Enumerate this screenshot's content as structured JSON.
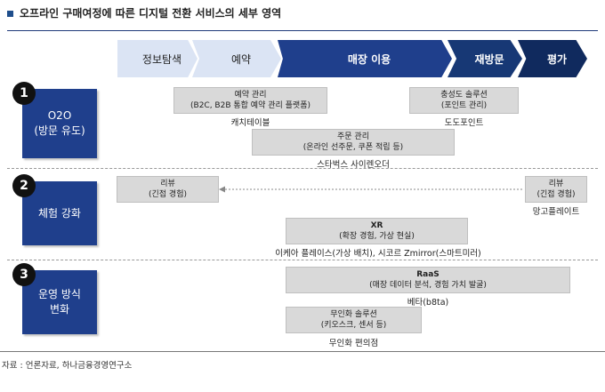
{
  "title": "오프라인 구매여정에 따른 디지털 전환 서비스의 세부 영역",
  "stages": [
    "정보탐색",
    "예약",
    "매장 이용",
    "재방문",
    "평가"
  ],
  "rows": [
    {
      "number": "1",
      "label_line1": "O2O",
      "label_line2": "(방문 유도)"
    },
    {
      "number": "2",
      "label_line1": "체험 강화",
      "label_line2": ""
    },
    {
      "number": "3",
      "label_line1": "운영 방식",
      "label_line2": "변화"
    }
  ],
  "items": {
    "reservation": {
      "line1": "예약 관리",
      "line2": "(B2C, B2B 통합 예약 관리 플랫폼)",
      "caption": "캐치테이블"
    },
    "loyalty": {
      "line1": "충성도 솔루션",
      "line2": "(포인트 관리)",
      "caption": "도도포인트"
    },
    "order": {
      "line1": "주문 관리",
      "line2": "(온라인 선주문, 쿠폰 적립 등)",
      "caption": "스타벅스 사이렌오더"
    },
    "review_left": {
      "line1": "리뷰",
      "line2": "(긴접 경험)"
    },
    "review_right": {
      "line1": "리뷰",
      "line2": "(긴접 경험)",
      "caption": "망고플레이트"
    },
    "xr": {
      "line1": "XR",
      "line2": "(확장 경험, 가상 현실)",
      "caption": "이케아 플레이스(가상 배치), 시코르 Zmirror(스마트미러)"
    },
    "raas": {
      "line1": "RaaS",
      "line2": "(매장 데이터 분석, 경험 가치 발굴)",
      "caption": "베타(b8ta)"
    },
    "unmanned": {
      "line1": "무인화 솔루션",
      "line2": "(키오스크, 센서 등)",
      "caption": "무인화 편의점"
    }
  },
  "source": "자료 : 언론자료, 하나금융경영연구소",
  "colors": {
    "dark_navy": "#1f3f8c",
    "light_blue": "#dbe4f4",
    "gray_box": "#d9d9d9"
  }
}
